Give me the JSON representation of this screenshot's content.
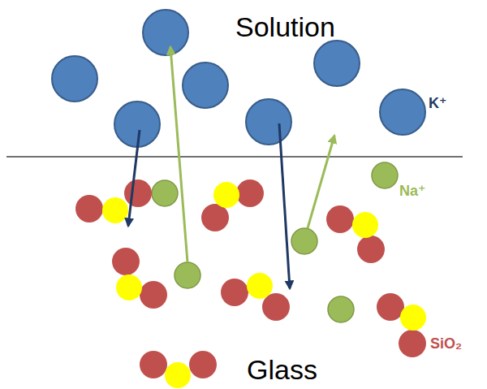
{
  "diagram": {
    "labels": [
      "Solution",
      "K⁺",
      "Na⁺",
      "SiO₂",
      "Glass"
    ]
  }
}
